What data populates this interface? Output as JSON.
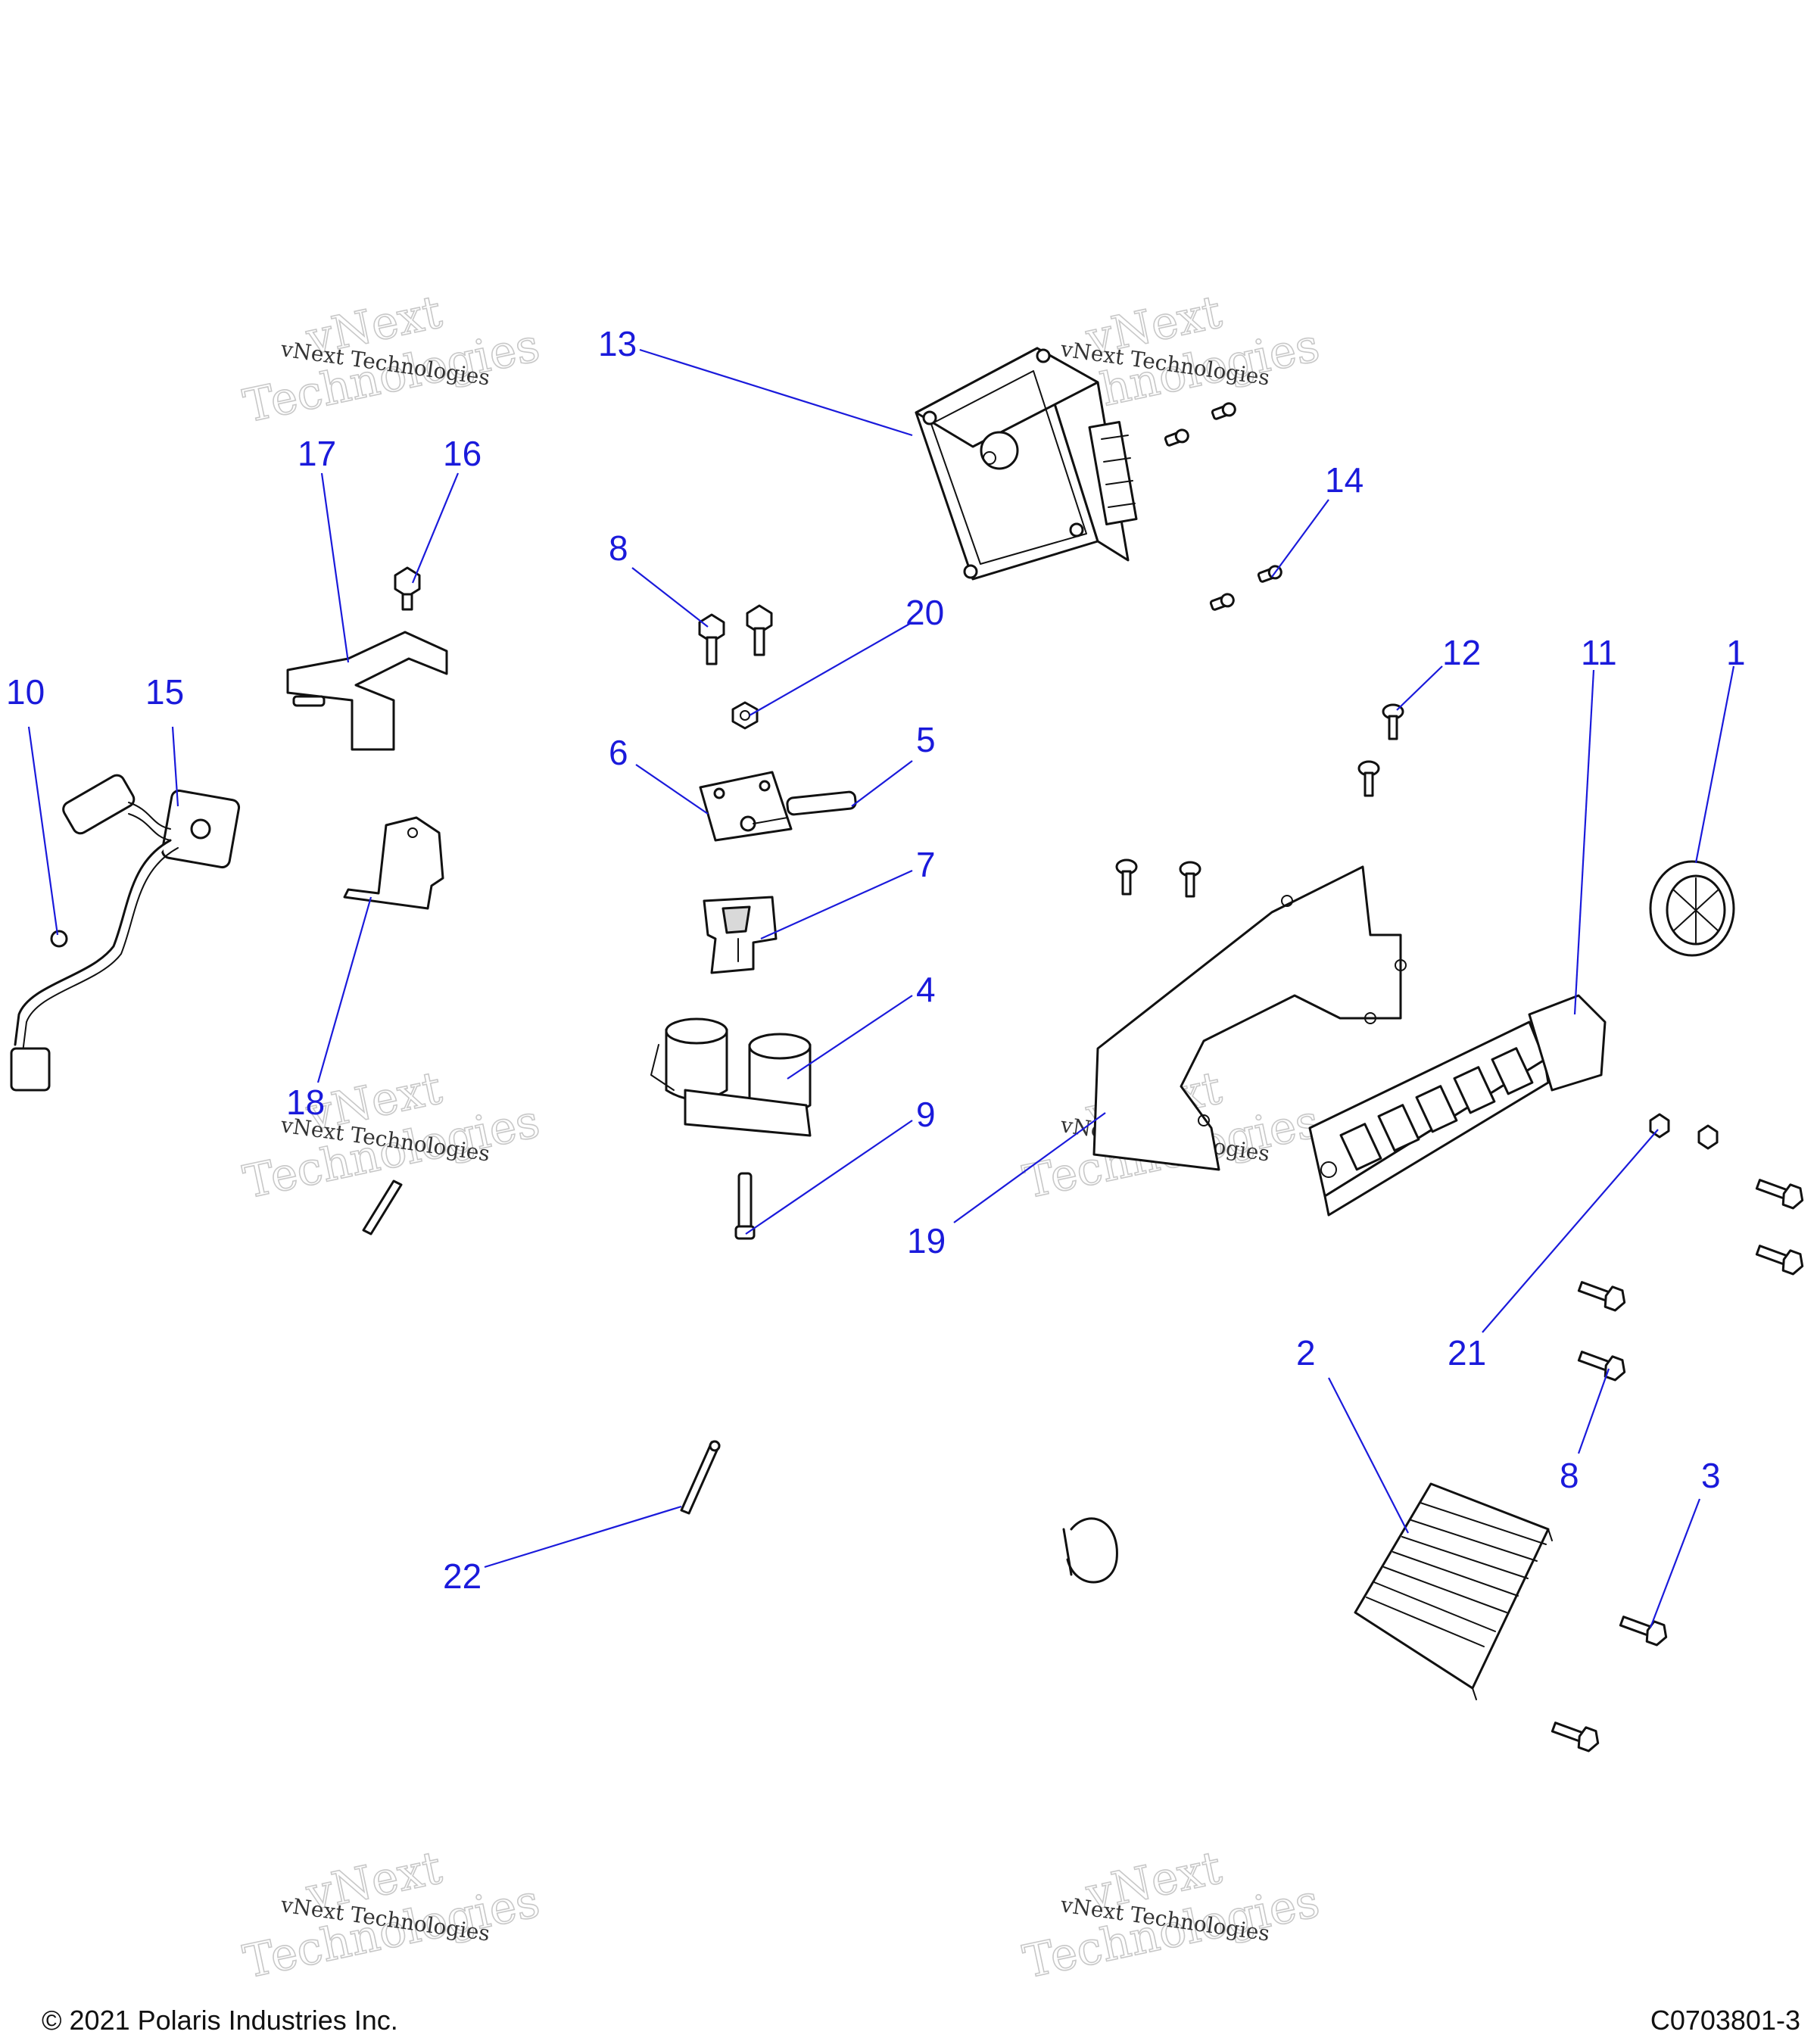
{
  "watermark": {
    "line1": "vNext",
    "line2": "Technologies",
    "small": "vNext Technologies"
  },
  "callouts": {
    "c1": "1",
    "c2": "2",
    "c3": "3",
    "c4": "4",
    "c5": "5",
    "c6": "6",
    "c7": "7",
    "c8a": "8",
    "c8b": "8",
    "c9": "9",
    "c10": "10",
    "c11": "11",
    "c12": "12",
    "c13": "13",
    "c14": "14",
    "c15": "15",
    "c16": "16",
    "c17": "17",
    "c18": "18",
    "c19": "19",
    "c20": "20",
    "c21": "21",
    "c22": "22"
  },
  "footer": {
    "copyright": "© 2021 Polaris Industries Inc.",
    "drawing_id": "C0703801-3"
  },
  "colors": {
    "callout": "#1a1adb",
    "line_art": "#111111",
    "watermark": "#c8c8c8"
  }
}
